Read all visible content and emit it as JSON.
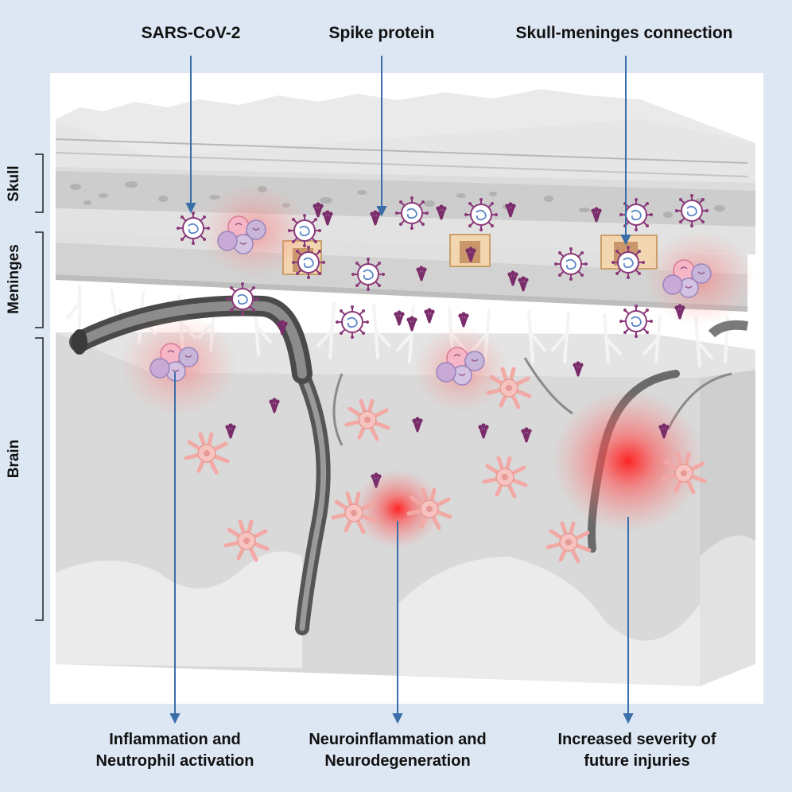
{
  "colors": {
    "background": "#dce7f3",
    "panel": "#ffffff",
    "arrow": "#3a6ea8",
    "inflammation": "#ff2b2b",
    "spike": "#7b2d6b",
    "astrocyte": "#f7c3c0"
  },
  "top_labels": {
    "sars_cov_2": "SARS-CoV-2",
    "spike_protein": "Spike protein",
    "skull_meninges": "Skull-meninges connection"
  },
  "bottom_labels": {
    "inflammation": [
      "Inflammation and",
      "Neutrophil activation"
    ],
    "neuroinflammation": [
      "Neuroinflammation and",
      "Neurodegeneration"
    ],
    "severity": [
      "Increased severity of",
      "future injuries"
    ]
  },
  "side_labels": {
    "skull": "Skull",
    "meninges": "Meninges",
    "brain": "Brain"
  }
}
